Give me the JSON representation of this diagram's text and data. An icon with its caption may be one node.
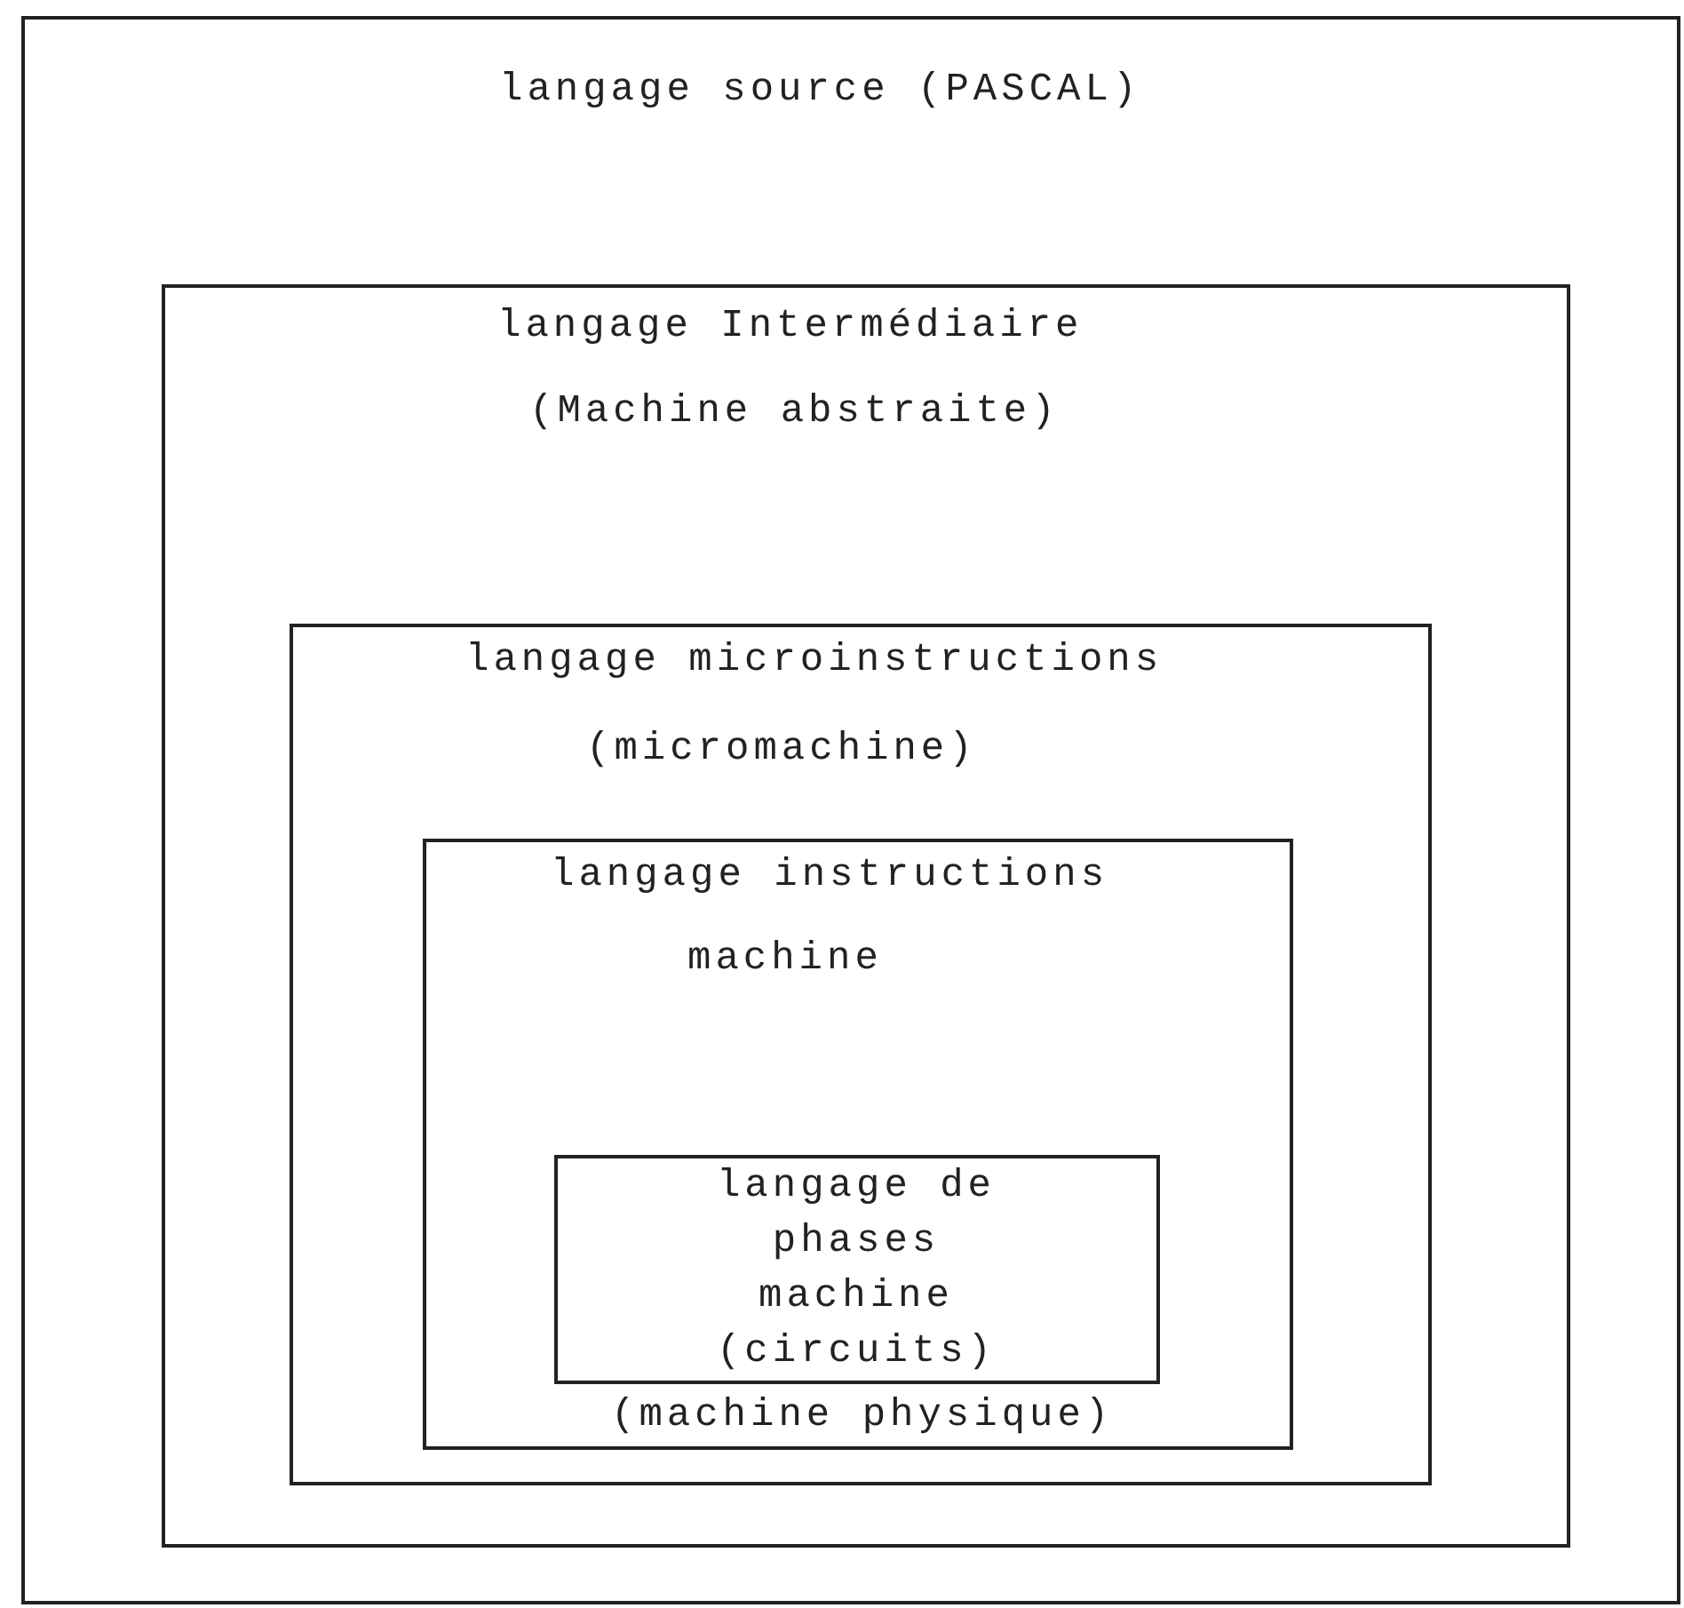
{
  "diagram": {
    "nodes": [
      {
        "text": [
          "langage source (PASCAL)"
        ]
      },
      {
        "text": [
          "langage Intermédiaire",
          "(Machine abstraite)"
        ],
        "in": 0
      },
      {
        "text": [
          "langage microinstructions",
          "(micromachine)"
        ],
        "in": 1
      },
      {
        "text": [
          "langage instructions",
          "machine",
          "(machine physique)"
        ],
        "in": 2
      },
      {
        "text": [
          "langage de phases machine (circuits)"
        ],
        "in": 3
      }
    ]
  }
}
